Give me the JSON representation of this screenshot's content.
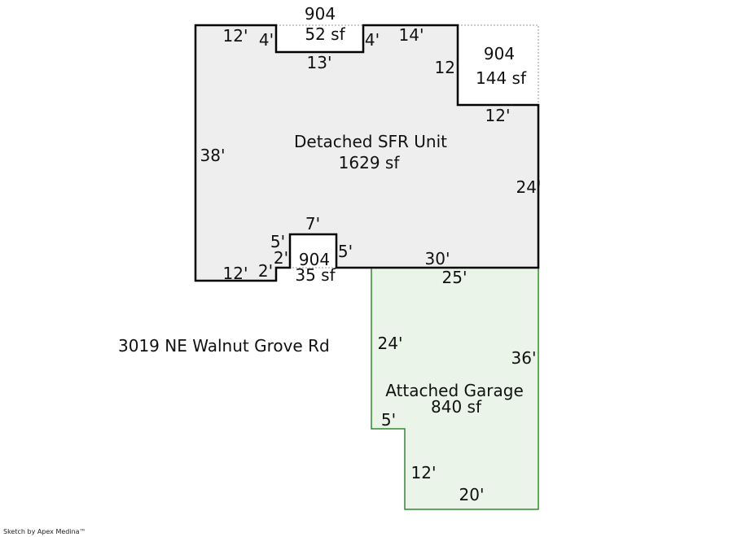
{
  "address": "3019 NE Walnut Grove Rd",
  "credit": "Sketch by Apex Medina™",
  "colors": {
    "house_fill": "#eeeeee",
    "house_stroke": "#000000",
    "garage_fill": "#eaf4e8",
    "garage_stroke": "#2e8b2e",
    "addition_stroke": "#999999"
  },
  "areas": {
    "house": {
      "name": "Detached SFR Unit",
      "area": "1629 sf"
    },
    "garage": {
      "name": "Attached Garage",
      "area": "840 sf"
    },
    "porch_top": {
      "code": "904",
      "area": "52 sf"
    },
    "porch_right": {
      "code": "904",
      "area": "144 sf"
    },
    "porch_bottom": {
      "code": "904",
      "area": "35 sf"
    }
  },
  "dims": {
    "house_top_left": "12'",
    "notch_left": "4'",
    "notch_bottom": "13'",
    "notch_right": "4'",
    "house_top_right": "14'",
    "step_down": "12'",
    "step_across": "12'",
    "house_left": "38'",
    "house_right": "24'",
    "house_bottom_right": "30'",
    "house_bottom_left": "12'",
    "stoop_left_low": "2'",
    "stoop_left_low2": "2'",
    "stoop_left_high": "5'",
    "stoop_top": "7'",
    "stoop_right": "5'",
    "garage_top": "25'",
    "garage_left": "24'",
    "garage_right": "36'",
    "garage_jog": "5'",
    "garage_lower_left": "12'",
    "garage_bottom": "20'"
  }
}
